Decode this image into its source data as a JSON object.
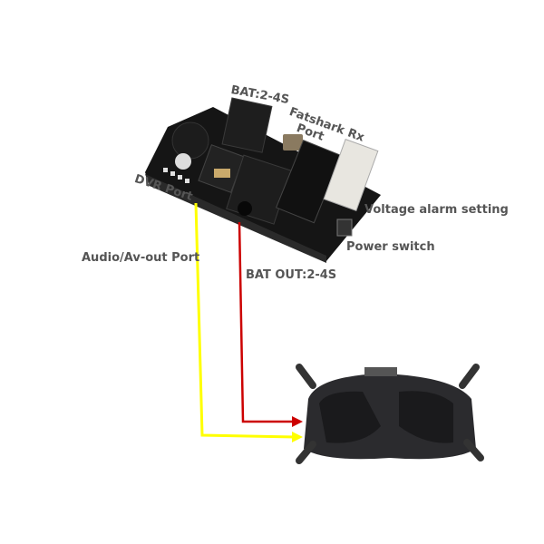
{
  "labels": {
    "bat_in": "BAT:2-4S",
    "fatshark_line1": "Fatshark Rx",
    "fatshark_line2": "Port",
    "dvr_port": "DVR Port",
    "voltage_alarm": "Voltage alarm setting",
    "power_switch": "Power switch",
    "audio_av_out": "Audio/Av-out Port",
    "bat_out": "BAT OUT:2-4S"
  },
  "colors": {
    "audio_line": "#ffff00",
    "bat_line": "#cc0000",
    "label_text": "#555555"
  }
}
